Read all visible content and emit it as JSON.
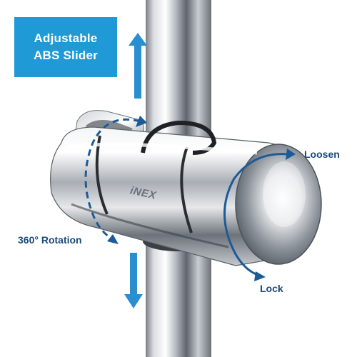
{
  "badge": {
    "line1": "Adjustable",
    "line2": "ABS Slider",
    "background": "#1f9ad6",
    "text_color": "#ffffff"
  },
  "callouts": {
    "loosen": "Loosen",
    "rotation": "360° Rotation",
    "lock": "Lock",
    "text_color": "#1a4a7a"
  },
  "product": {
    "brand": "iNEX",
    "finish": "chrome"
  },
  "arrows": {
    "color": "#2a8fd0",
    "curve_color": "#1c5b96",
    "up": "up-arrow",
    "down": "down-arrow"
  }
}
